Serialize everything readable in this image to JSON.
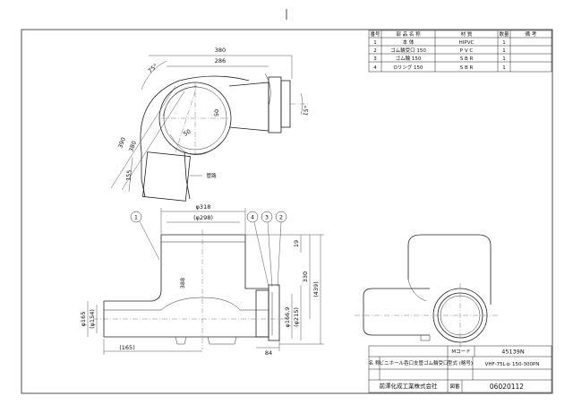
{
  "parts_table": {
    "headers": [
      "番号",
      "部 品 名 称",
      "材 質",
      "数量",
      "備 考"
    ],
    "rows": [
      {
        "no": "1",
        "name": "本 体",
        "material": "HIPVC",
        "qty": "1",
        "note": ""
      },
      {
        "no": "2",
        "name": "ゴム輪受口 150",
        "material": "P V C",
        "qty": "1",
        "note": ""
      },
      {
        "no": "3",
        "name": "ゴム輪 150",
        "material": "S B R",
        "qty": "1",
        "note": ""
      },
      {
        "no": "4",
        "name": "Oリング 150",
        "material": "S B R",
        "qty": "1",
        "note": ""
      }
    ]
  },
  "top_view": {
    "dims": {
      "d380": "380",
      "d286": "286",
      "d75": "75°",
      "d390": "390",
      "d380v": "380",
      "d155": "155",
      "d50": "50",
      "d15": "15°",
      "label_remark": "管路"
    }
  },
  "front_view": {
    "callouts": [
      "1",
      "4",
      "3",
      "2"
    ],
    "dims": {
      "phi318": "φ318",
      "phi298": "(φ298)",
      "d388": "388",
      "phi165": "φ165",
      "phi154": "(φ154)",
      "d165": "(165)",
      "phi1669": "φ166.9",
      "phi215": "(φ215)",
      "d84": "84",
      "d19": "19",
      "d330": "330",
      "d439": "(439)"
    }
  },
  "title_block": {
    "code_label": "Mコード",
    "code_value": "45139N",
    "name_label": "名 称",
    "name_value": "ビニホール呑口支管ゴム輪受口",
    "model_label": "型式 (略号)",
    "model_value": "VHF-75Lゅ 150-300PN",
    "company": "前澤化成工業株式会社",
    "drawing_no_label": "図番",
    "drawing_no": "06020112"
  }
}
